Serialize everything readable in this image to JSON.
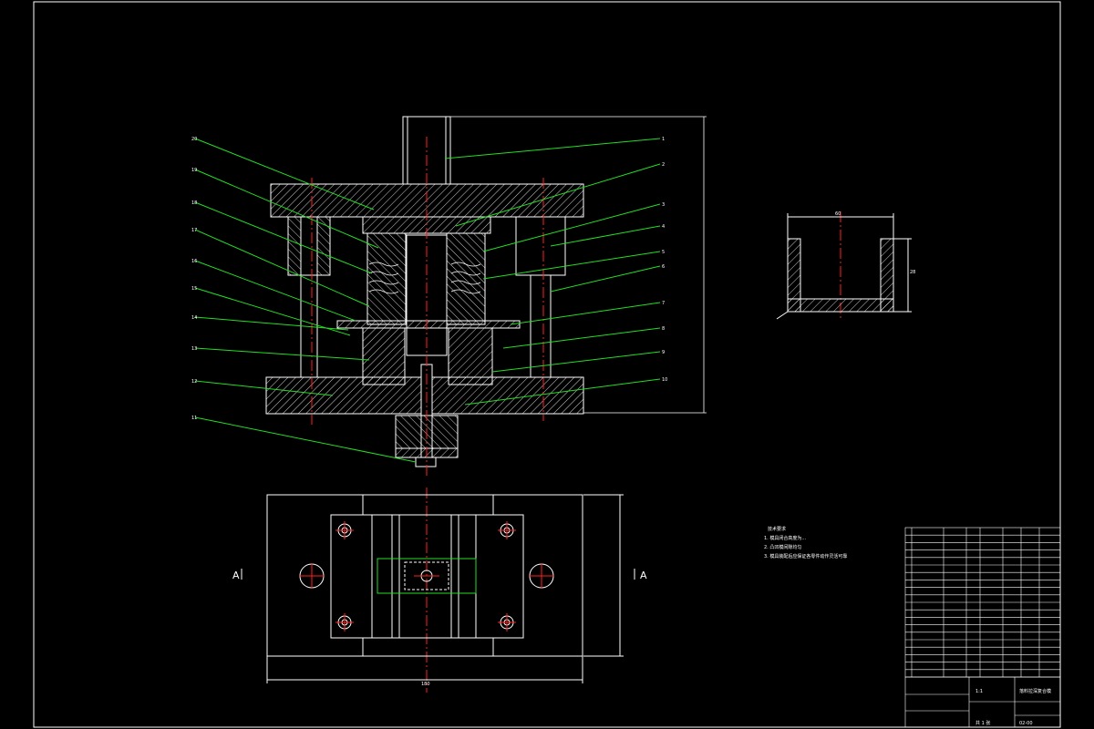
{
  "colors": {
    "background": "#000000",
    "outline": "#ffffff",
    "centerline": "#ff2020",
    "leader": "#22dd22",
    "hatch": "#ffffff"
  },
  "drawing": {
    "section_marker_left": "A",
    "section_marker_right": "A",
    "dimension_plan_width": "180",
    "dimension_part_width": "60",
    "dimension_part_height": "28"
  },
  "left_balloons": [
    "20",
    "19",
    "18",
    "17",
    "16",
    "15",
    "14",
    "13",
    "12",
    "11"
  ],
  "right_balloons": [
    "1",
    "2",
    "3",
    "4",
    "5",
    "6",
    "7",
    "8",
    "9",
    "10"
  ],
  "notes": {
    "heading": "技术要求",
    "items": [
      "1. 模具闭合高度为...",
      "2. 凸凹模间隙均匀",
      "3. 模具装配后应保证各零件动作灵活可靠"
    ]
  },
  "title_block": {
    "part_name": "落料拉深复合模",
    "drawing_no": "02-00",
    "scale": "1:1",
    "sheet": "共 1 张"
  }
}
